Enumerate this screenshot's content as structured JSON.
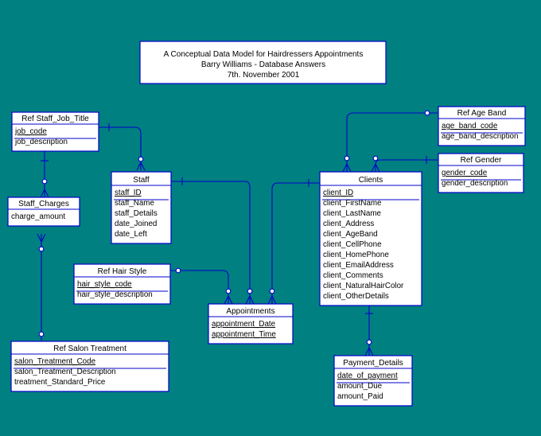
{
  "header": {
    "title": "A Conceptual Data Model for Hairdressers Appointments",
    "author": "Barry Williams - Database Answers",
    "date": "7th. November 2001"
  },
  "entities": {
    "ref_staff_job_title": {
      "name": "Ref Staff_Job_Title",
      "key_attributes": [
        "job_code"
      ],
      "attributes": [
        "job_description"
      ]
    },
    "staff_charges": {
      "name": "Staff_Charges",
      "key_attributes": [],
      "attributes": [
        "charge_amount"
      ]
    },
    "staff": {
      "name": "Staff",
      "key_attributes": [
        "staff_ID"
      ],
      "attributes": [
        "staff_Name",
        "staff_Details",
        "date_Joined",
        "date_Left"
      ]
    },
    "ref_hair_style": {
      "name": "Ref Hair Style",
      "key_attributes": [
        "hair_style_code"
      ],
      "attributes": [
        "hair_style_description"
      ]
    },
    "ref_salon_treatment": {
      "name": "Ref Salon Treatment",
      "key_attributes": [
        "salon_Treatment_Code"
      ],
      "attributes": [
        "salon_Treatment_Description",
        "treatment_Standard_Price"
      ]
    },
    "appointments": {
      "name": "Appointments",
      "key_attributes": [
        "appointment_Date",
        "appointment_Time"
      ],
      "attributes": []
    },
    "clients": {
      "name": "Clients",
      "key_attributes": [
        "client_ID"
      ],
      "attributes": [
        "client_FirstName",
        "client_LastName",
        "client_Address",
        "client_AgeBand",
        "client_CellPhone",
        "client_HomePhone",
        "client_EmailAddress",
        "client_Comments",
        "client_NaturalHairColor",
        "client_OtherDetails"
      ]
    },
    "ref_age_band": {
      "name": "Ref Age Band",
      "key_attributes": [
        "age_band_code"
      ],
      "attributes": [
        "age_band_description"
      ]
    },
    "ref_gender": {
      "name": "Ref Gender",
      "key_attributes": [
        "gender_code"
      ],
      "attributes": [
        "gender_description"
      ]
    },
    "payment_details": {
      "name": "Payment_Details",
      "key_attributes": [
        "date_of_payment"
      ],
      "attributes": [
        "amount_Due",
        "amount_Paid"
      ]
    }
  },
  "colors": {
    "background": "#008080",
    "line": "#0000cc",
    "box": "#ffffff"
  }
}
